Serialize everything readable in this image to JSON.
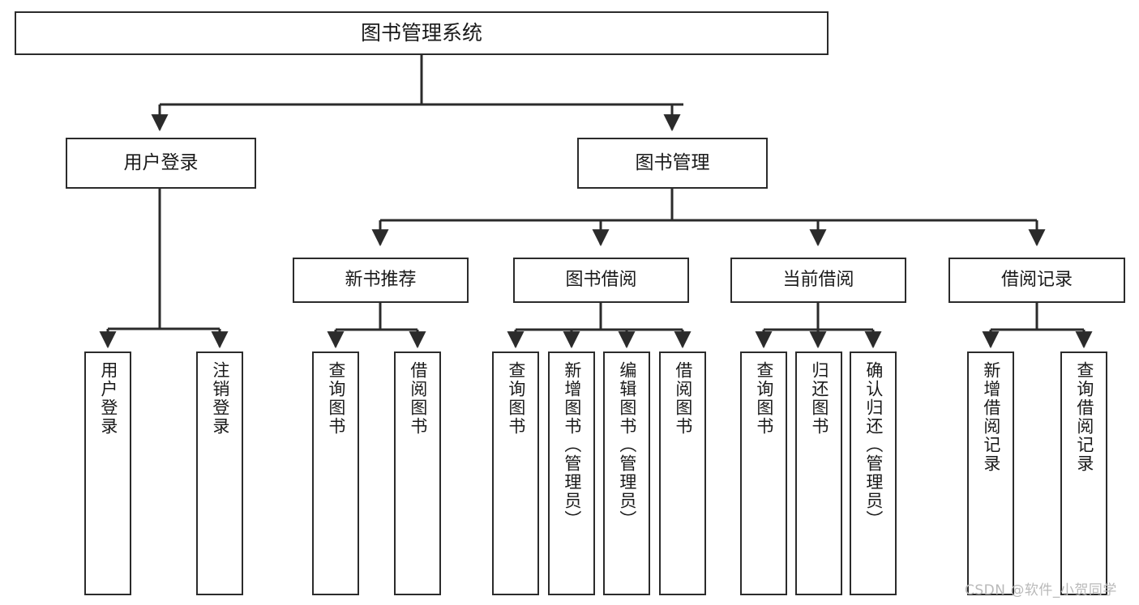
{
  "diagram": {
    "title": "图书管理系统",
    "type": "tree-hierarchy",
    "watermark": "CSDN @软件_小贺同学",
    "colors": {
      "background": "#ffffff",
      "stroke": "#2b2b2b",
      "text": "#1a1a1a",
      "watermark": "#b9b9b9"
    }
  },
  "nodes": {
    "root": {
      "label": "图书管理系统"
    },
    "level1": [
      {
        "label": "用户登录"
      },
      {
        "label": "图书管理"
      }
    ],
    "level2": [
      {
        "label": "新书推荐"
      },
      {
        "label": "图书借阅"
      },
      {
        "label": "当前借阅"
      },
      {
        "label": "借阅记录"
      }
    ],
    "leaves": {
      "user_login": [
        {
          "label": "用户登录"
        },
        {
          "label": "注销登录"
        }
      ],
      "new_book_recommend": [
        {
          "label": "查询图书"
        },
        {
          "label": "借阅图书"
        }
      ],
      "book_borrow": [
        {
          "label": "查询图书"
        },
        {
          "label": "新增图书（管理员）"
        },
        {
          "label": "编辑图书（管理员）"
        },
        {
          "label": "借阅图书"
        }
      ],
      "current_borrow": [
        {
          "label": "查询图书"
        },
        {
          "label": "归还图书"
        },
        {
          "label": "确认归还（管理员）"
        }
      ],
      "borrow_record": [
        {
          "label": "新增借阅记录"
        },
        {
          "label": "查询借阅记录"
        }
      ]
    }
  }
}
